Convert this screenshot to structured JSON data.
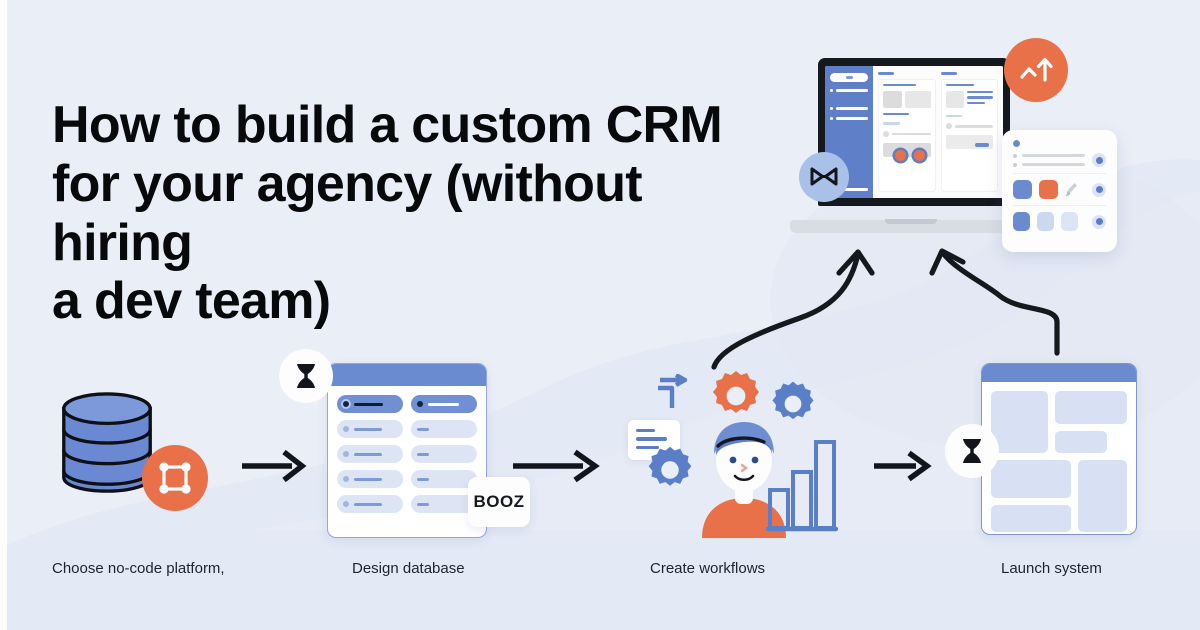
{
  "theme": {
    "background": "#eaeef7",
    "accent_orange": "#e8714a",
    "accent_blue": "#5b7fc7",
    "panel_blue": "#6b8bd0",
    "light_blue": "#d7e1f3",
    "text_dark": "#08090b"
  },
  "header": {
    "title": "How to build a custom CRM\nfor your  agency (without hiring\na dev team)"
  },
  "flow": {
    "steps": [
      {
        "id": "step-1",
        "caption": "Choose no-code platform,",
        "badge_icon": "transform-box-icon",
        "badge_color": "#e8714a"
      },
      {
        "id": "step-2",
        "caption": "Design database",
        "badge_icon": "hourglass-icon",
        "tag_label": "BOOZ"
      },
      {
        "id": "step-3",
        "caption": "Create workflows",
        "icons": [
          "gear-icon",
          "gear-icon",
          "gear-icon",
          "person-icon",
          "bar-chart-icon",
          "flow-arrow-icon",
          "note-card-icon"
        ]
      },
      {
        "id": "step-4",
        "caption": "Launch system",
        "badge_icon": "hourglass-icon"
      }
    ],
    "connectors": [
      {
        "id": "arrow-1",
        "type": "straight-right-arrow"
      },
      {
        "id": "arrow-2",
        "type": "straight-right-arrow"
      },
      {
        "id": "arrow-3",
        "type": "straight-right-arrow"
      },
      {
        "id": "arrow-4",
        "type": "curved-up-arrow"
      },
      {
        "id": "arrow-5",
        "type": "curved-up-arrow"
      }
    ]
  },
  "laptop": {
    "badges": [
      {
        "id": "analytics-badge",
        "icon": "trending-up-icon",
        "color": "#e8714a"
      },
      {
        "id": "bowtie-badge",
        "icon": "bowtie-icon",
        "color": "#a9c0e8"
      }
    ],
    "dashboard": {
      "sidebar_items": 4,
      "content_panels": 2
    },
    "settings_card": {
      "sections": [
        {
          "id": "list-section",
          "rows": 2,
          "control": "radio"
        },
        {
          "id": "color-section",
          "swatches": [
            "#6b8bd0",
            "#e8714a"
          ],
          "tool_icon": "brush-icon",
          "control": "radio"
        },
        {
          "id": "shade-section",
          "swatches": [
            "#6b8bd0",
            "#ccd8ee",
            "#dde5f4"
          ],
          "control": "radio"
        }
      ]
    }
  }
}
